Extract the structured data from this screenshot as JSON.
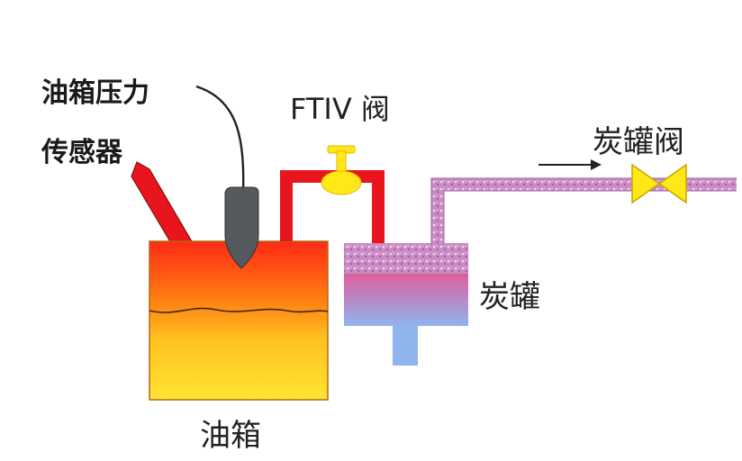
{
  "labels": {
    "sensor_line1": "油箱压力",
    "sensor_line2": "传感器",
    "ftiv_valve": "FTIV 阀",
    "canister_valve": "炭罐阀",
    "canister": "炭罐",
    "tank": "油箱"
  },
  "colors": {
    "fuel_red": "#e8151d",
    "fuel_orange": "#ff7a12",
    "fuel_yellow": "#ffe033",
    "vapor_pink": "#c98bc5",
    "canister_blue": "#8fb4ee",
    "valve_yellow": "#ffe818",
    "sensor_gray": "#555a5e",
    "outline": "#222222"
  },
  "flow_direction": "right"
}
